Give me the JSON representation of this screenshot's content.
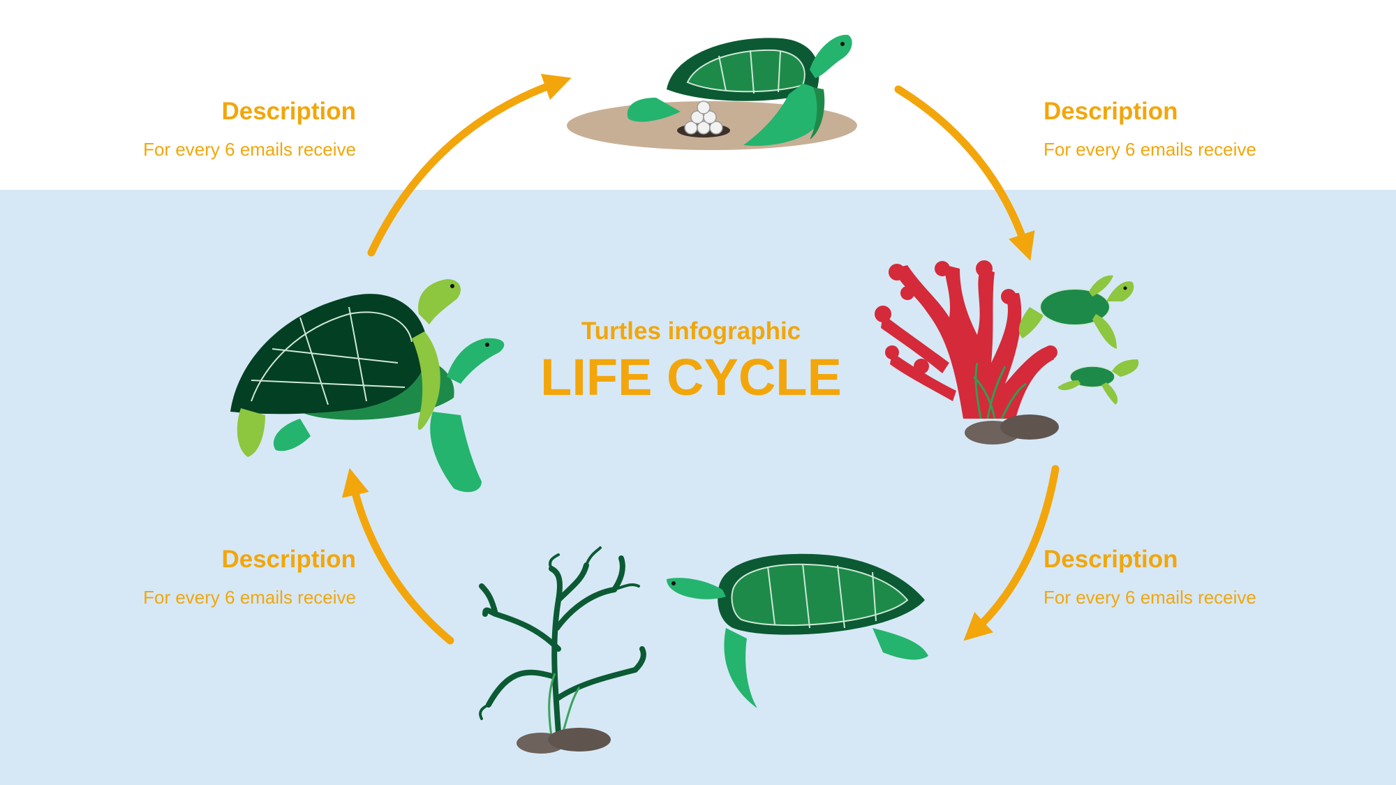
{
  "colors": {
    "accent": "#F2A60B",
    "water": "#D6E8F5",
    "sand": "#C7AF96",
    "dark_green": "#0B5A33",
    "mid_green": "#1E8A4A",
    "light_green": "#24B46E",
    "lime": "#8DC63F",
    "coral": "#D42A3A",
    "rock": "#6E625C"
  },
  "center": {
    "subtitle": "Turtles infographic",
    "title": "LIFE CYCLE"
  },
  "descriptions": [
    {
      "id": "top-left",
      "heading": "Description",
      "text": "For every 6 emails receive"
    },
    {
      "id": "top-right",
      "heading": "Description",
      "text": "For every 6 emails receive"
    },
    {
      "id": "bottom-right",
      "heading": "Description",
      "text": "For every 6 emails receive"
    },
    {
      "id": "bottom-left",
      "heading": "Description",
      "text": "For every 6 emails receive"
    }
  ],
  "icons": [
    "turtle-nesting-icon",
    "turtle-eggs-icon",
    "hatchlings-coral-icon",
    "juvenile-turtle-seaweed-icon",
    "mating-turtles-icon",
    "cycle-arrow-icon"
  ]
}
